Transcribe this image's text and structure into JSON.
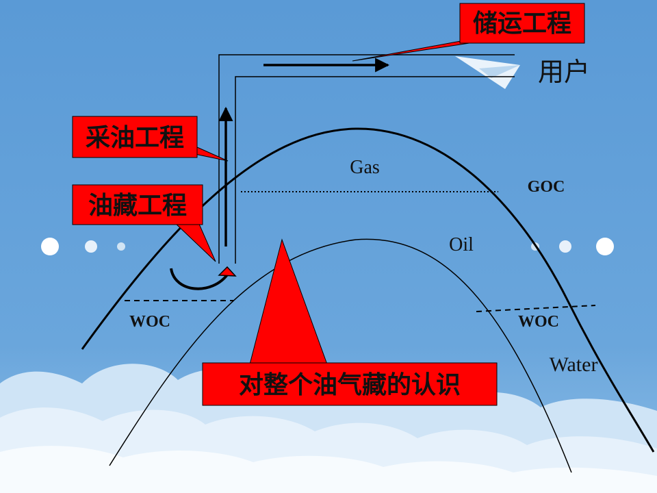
{
  "slide": {
    "background_color": "#5b9bd5",
    "callout_fill": "#ff0000"
  },
  "labels": {
    "storage_transport": "储运工程",
    "user": "用户",
    "production": "采油工程",
    "reservoir": "油藏工程",
    "understanding": "对整个油气藏的认识",
    "gas": "Gas",
    "goc": "GOC",
    "oil": "Oil",
    "woc_left": "WOC",
    "woc_right": "WOC",
    "water": "Water"
  }
}
